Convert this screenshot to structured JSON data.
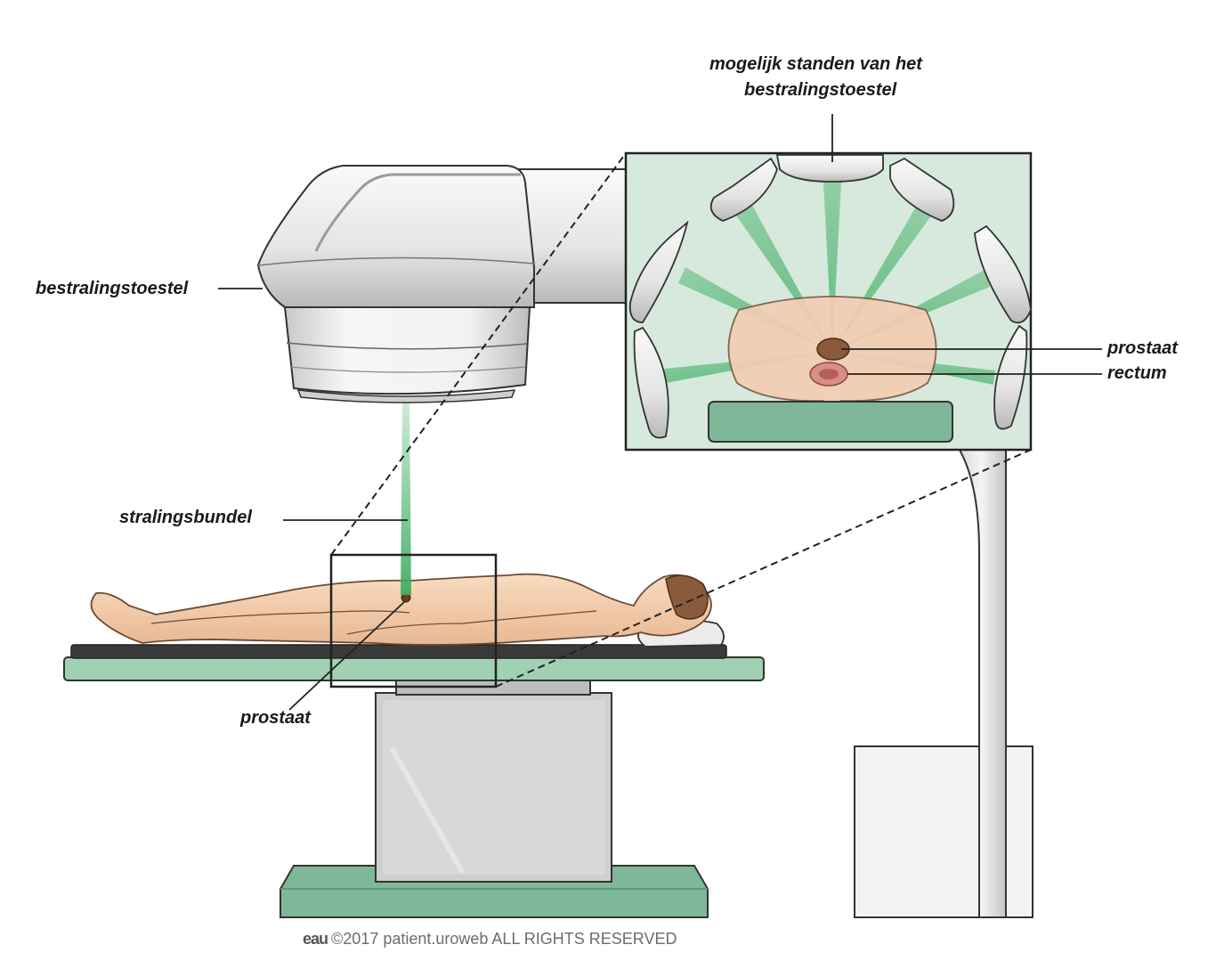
{
  "labels": {
    "machine": "bestralingstoestel",
    "beam": "stralingsbundel",
    "prostate_body": "prostaat",
    "positions_line1": "mogelijk standen van het",
    "positions_line2": "bestralingstoestel",
    "prostate_inset": "prostaat",
    "rectum": "rectum"
  },
  "footer": {
    "brand": "eau",
    "text": "©2017 patient.uroweb ALL RIGHTS RESERVED"
  },
  "colors": {
    "beam_green": "#3fae63",
    "inset_bg": "#d6e9dc",
    "table_green": "#8fc9a6",
    "skin": "#f3cfae",
    "machine_gray": "#e6e6e6",
    "outline": "#333333"
  }
}
